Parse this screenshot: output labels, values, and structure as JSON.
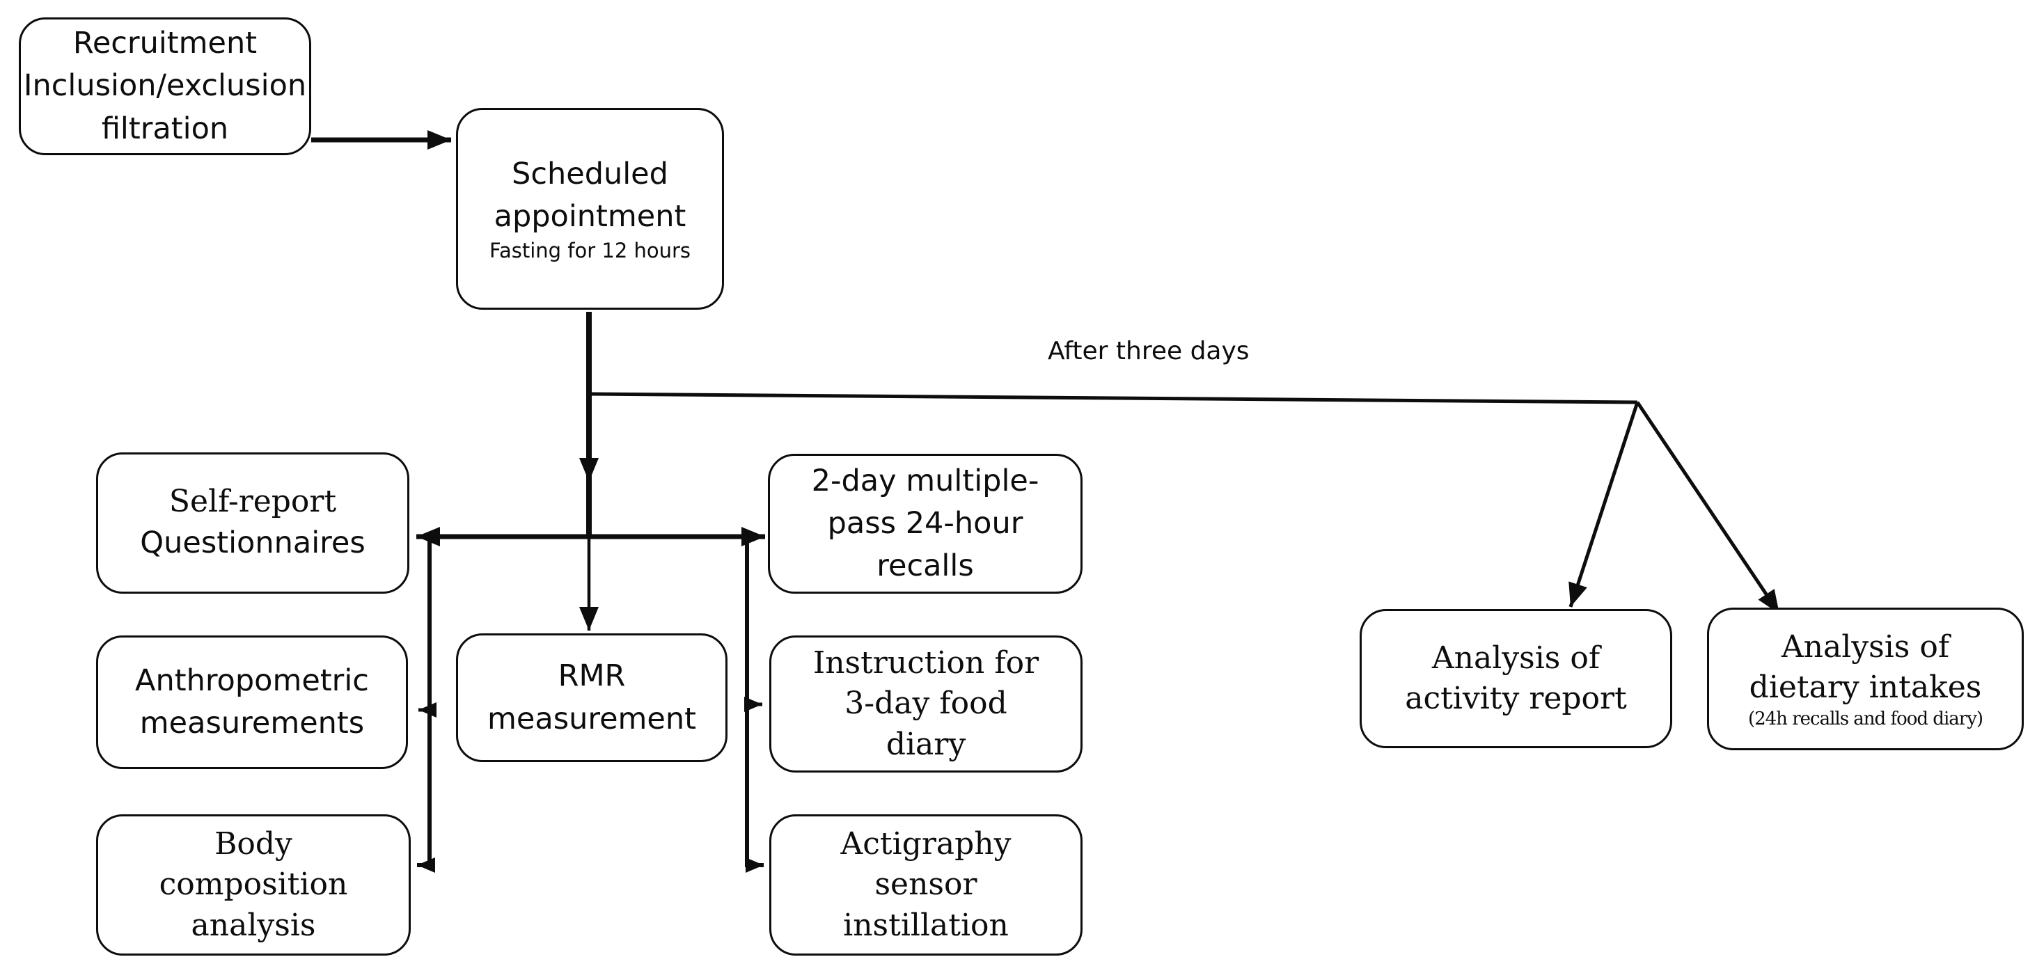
{
  "figure": {
    "type": "flowchart",
    "background_color": "#ffffff",
    "ink_color": "#0d0d0d"
  },
  "labels": {
    "after_three_days": "After three days"
  },
  "nodes": {
    "recruitment": {
      "lines": [
        "Recruitment",
        "Inclusion/exclusion",
        "filtration"
      ]
    },
    "scheduled": {
      "lines": [
        "Scheduled",
        "appointment"
      ],
      "subtext": "Fasting for 12 hours"
    },
    "self_report": {
      "lines": [
        "Self-report",
        "Questionnaires"
      ]
    },
    "anthropometric": {
      "lines": [
        "Anthropometric",
        "measurements"
      ]
    },
    "body_composition": {
      "lines": [
        "Body",
        "composition",
        "analysis"
      ]
    },
    "rmr": {
      "lines": [
        "RMR",
        "measurement"
      ]
    },
    "recalls": {
      "lines": [
        "2-day multiple-",
        "pass 24-hour",
        "recalls"
      ]
    },
    "instruction": {
      "lines": [
        "Instruction for",
        "3-day food",
        "diary"
      ]
    },
    "actigraphy": {
      "lines": [
        "Actigraphy",
        "sensor",
        "instillation"
      ]
    },
    "activity_report": {
      "lines": [
        "Analysis of",
        "activity report"
      ]
    },
    "dietary": {
      "lines": [
        "Analysis of",
        "dietary intakes"
      ],
      "subtext": "(24h recalls and food diary)"
    }
  },
  "edges": [
    "recruitment -> scheduled",
    "scheduled -> rmr (arrow mid + arrow at box)",
    "scheduled -> self_report",
    "scheduled -> recalls",
    "side branch -> anthropometric",
    "side branch -> body_composition",
    "side branch -> instruction",
    "side branch -> actigraphy",
    "scheduled -> after_three_days -> activity_report",
    "scheduled -> after_three_days -> dietary"
  ]
}
